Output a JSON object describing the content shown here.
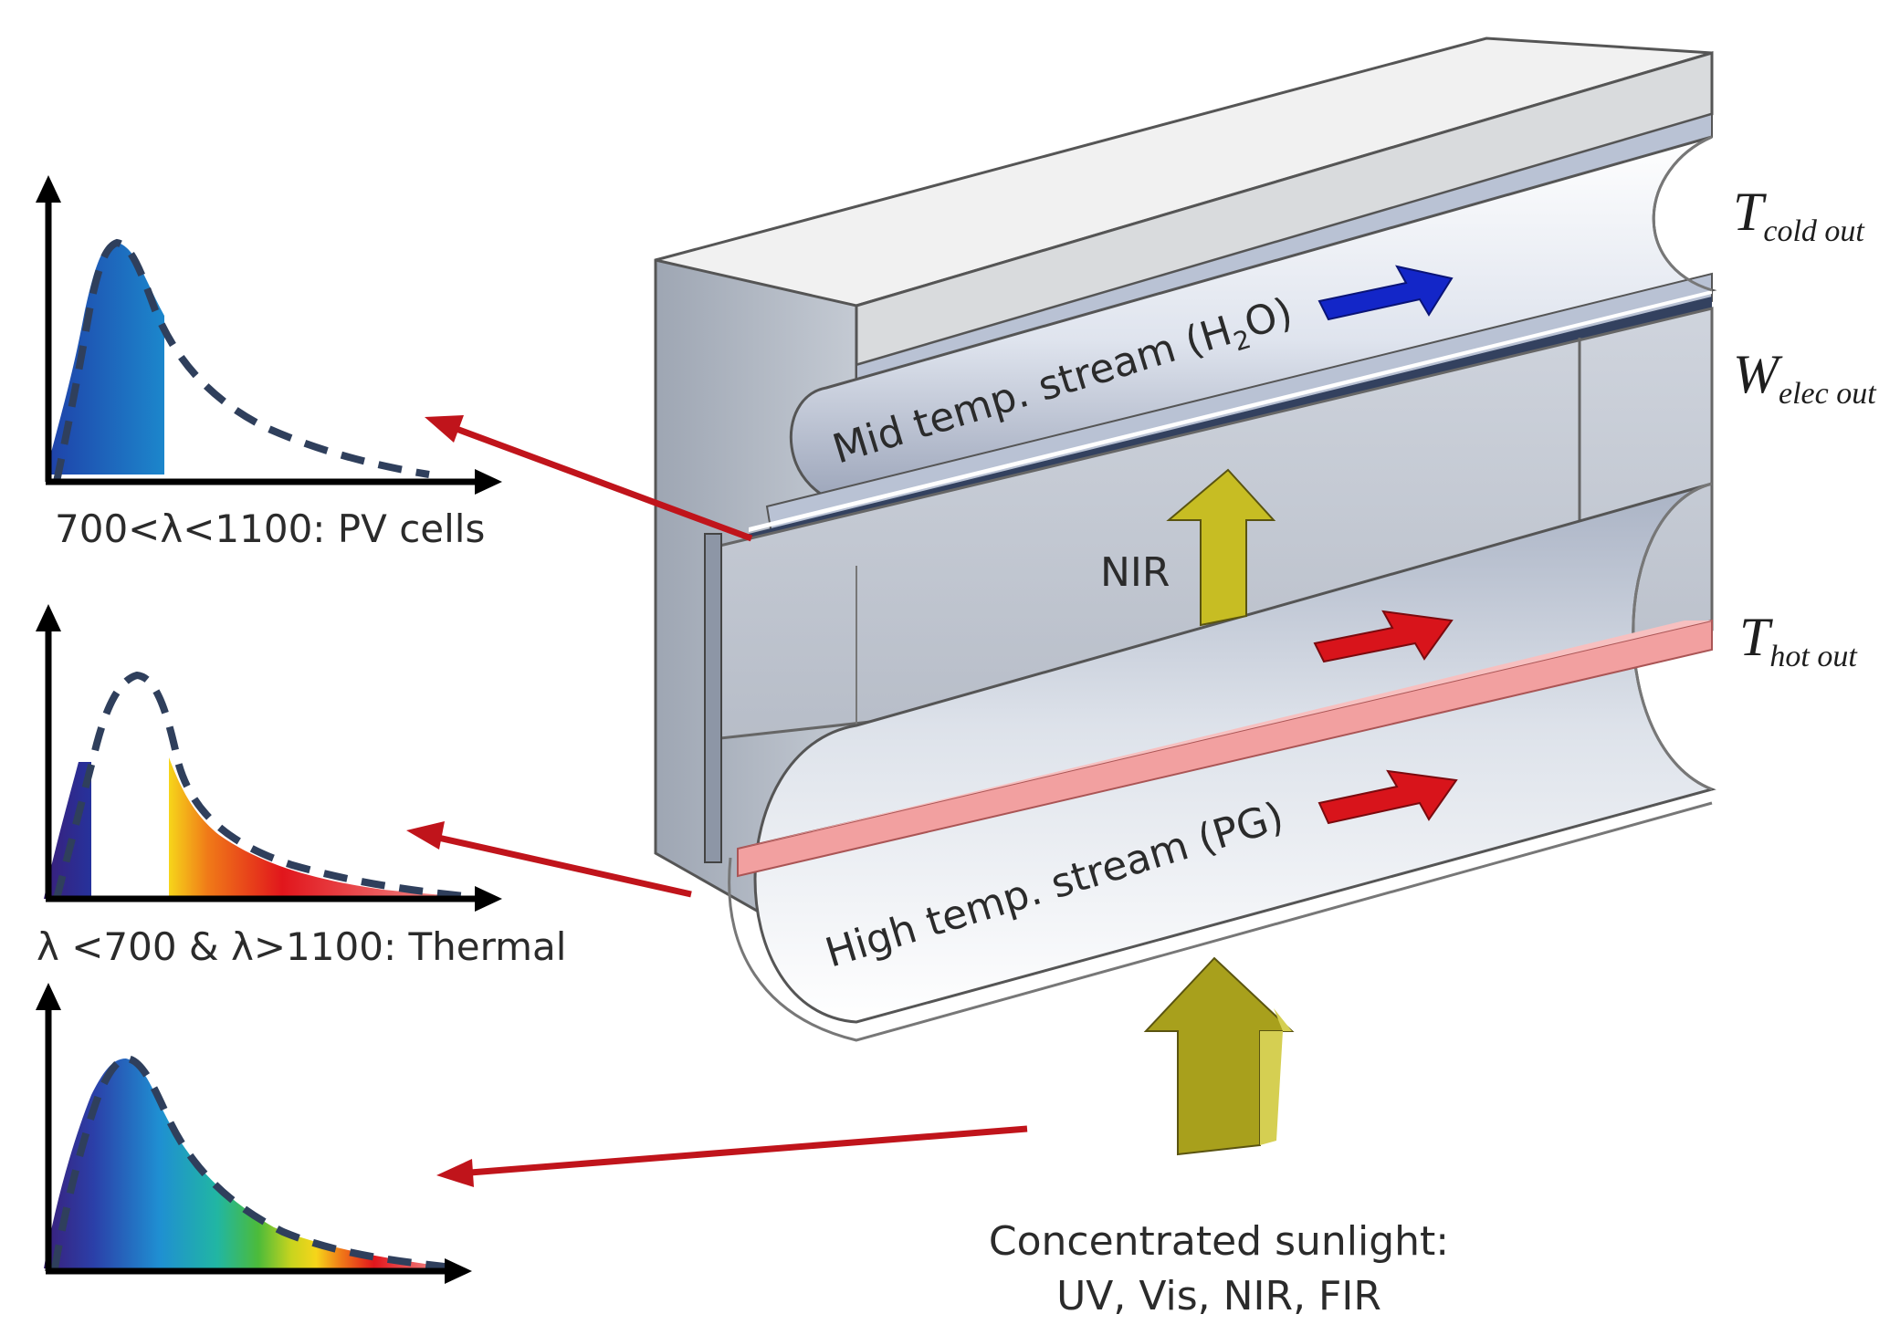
{
  "spectra": [
    {
      "id": "pv",
      "caption": "700<λ<1100: PV cells"
    },
    {
      "id": "thermal",
      "caption": "λ <700 & λ>1100: Thermal"
    },
    {
      "id": "full",
      "caption": ""
    }
  ],
  "device": {
    "mid_stream": "Mid temp. stream (H",
    "mid_stream_sub": "2",
    "mid_stream_end": "O)",
    "high_stream": "High temp. stream (PG)",
    "nir": "NIR"
  },
  "outputs": {
    "t_cold_main": "T",
    "t_cold_sub": "cold out",
    "w_elec_main": "W",
    "w_elec_sub": "elec out",
    "t_hot_main": "T",
    "t_hot_sub": "hot out"
  },
  "input": {
    "line1": "Concentrated sunlight:",
    "line2": "UV, Vis, NIR, FIR"
  },
  "colors": {
    "pointer_arrow": "#c0141b",
    "cold_flow": "#1326c8",
    "hot_flow": "#d8141b",
    "light_arrow": "#c7bd23",
    "hot_stream_fill": "#f2a0a0",
    "curve_dash": "#2f3f5c"
  }
}
